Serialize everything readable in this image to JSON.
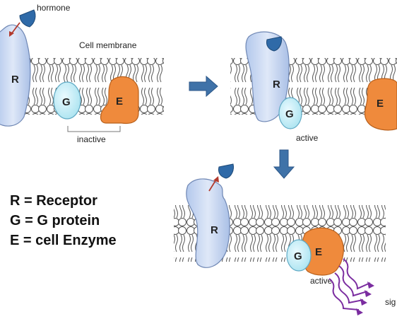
{
  "labels": {
    "hormone": "hormone",
    "cell_membrane": "Cell membrane",
    "inactive": "inactive",
    "active_top": "active",
    "active_bottom": "active",
    "signal": "sig"
  },
  "molecules": {
    "receptor": "R",
    "g_protein": "G",
    "enzyme": "E"
  },
  "legend": [
    "R = Receptor",
    "G = G protein",
    "E = cell Enzyme"
  ],
  "colors": {
    "receptor_fill": "#c9d8f2",
    "receptor_stroke": "#6f87b4",
    "g_protein_fill": "#cdeff7",
    "g_protein_stroke": "#5fa9c4",
    "enzyme_fill": "#ef8a3c",
    "enzyme_stroke": "#b8601c",
    "hormone_fill": "#2f6aa8",
    "arrow_fill": "#3f72a8",
    "pointer_red": "#b23a2e",
    "signal_purple": "#7b2da0",
    "lipid_stroke": "#555555"
  }
}
